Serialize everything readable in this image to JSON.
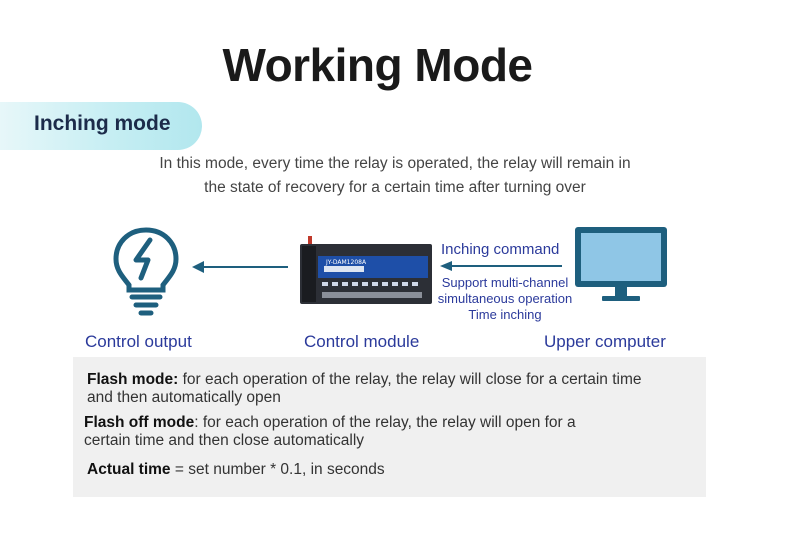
{
  "title": "Working Mode",
  "section_label": "Inching mode",
  "description": [
    "In this mode, every time the relay is operated, the relay will remain in",
    "the state of recovery for a certain time after turning over"
  ],
  "diagram": {
    "left_label": "Control output",
    "middle_label": "Control module",
    "right_label": "Upper computer",
    "command_label": "Inching command",
    "support_lines": [
      "Support multi-channel",
      "simultaneous operation",
      "Time inching"
    ],
    "device_text": "JY-DAM1208A",
    "icons": [
      "bulb-icon",
      "arrow-left-icon",
      "module-icon",
      "monitor-icon"
    ],
    "colors": {
      "icon": "#1e5f7e",
      "arrow": "#1e5f7e",
      "blue_text": "#2b3a9b",
      "screen": "#8fc6e6"
    }
  },
  "details": {
    "flash_mode_term": "Flash mode:",
    "flash_mode_text_1": " for each operation of the relay, the relay will close for a certain time",
    "flash_mode_text_2": "and then automatically open",
    "flash_off_term": "Flash off mode",
    "flash_off_text_1": ": for each operation of the relay, the relay will open for a",
    "flash_off_text_2": "certain time and then close automatically",
    "actual_time_term": "Actual time",
    "actual_time_text": " = set number * 0.1, in seconds"
  }
}
